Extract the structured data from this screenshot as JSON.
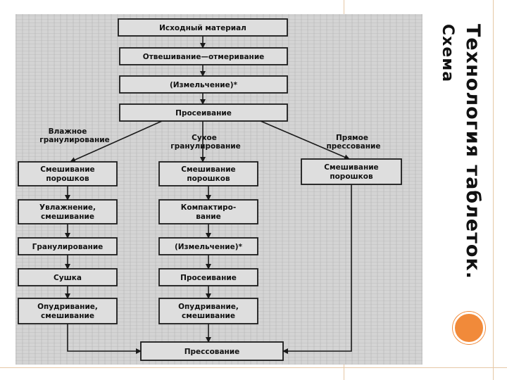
{
  "slide": {
    "title_line1": "Технология таблеток.",
    "title_line2": "Схема"
  },
  "diagram": {
    "top": {
      "source": "Исходный материал",
      "weighing": "Отвешивание—отмеривание",
      "grinding": "(Измельчение)*",
      "sieving": "Просеивание"
    },
    "branches": {
      "wet": {
        "label_1": "Влажное",
        "label_2": "гранулирование",
        "steps": [
          [
            "Смешивание",
            "порошков"
          ],
          [
            "Увлажнение,",
            "смешивание"
          ],
          [
            "Гранулирование"
          ],
          [
            "Сушка"
          ],
          [
            "Опудривание,",
            "смешивание"
          ]
        ]
      },
      "dry": {
        "label_1": "Сухое",
        "label_2": "гранулирование",
        "steps": [
          [
            "Смешивание",
            "порошков"
          ],
          [
            "Компактиро-",
            "вание"
          ],
          [
            "(Измельчение)*"
          ],
          [
            "Просеивание"
          ],
          [
            "Опудривание,",
            "смешивание"
          ]
        ]
      },
      "direct": {
        "label_1": "Прямое",
        "label_2": "прессование",
        "steps": [
          [
            "Смешивание",
            "порошков"
          ]
        ]
      }
    },
    "final": "Прессование"
  },
  "colors": {
    "accent_dot": "#f18a3a",
    "scan_background": "#d4d4d4",
    "box_fill": "#dedede",
    "ink": "#1a1a1a"
  }
}
